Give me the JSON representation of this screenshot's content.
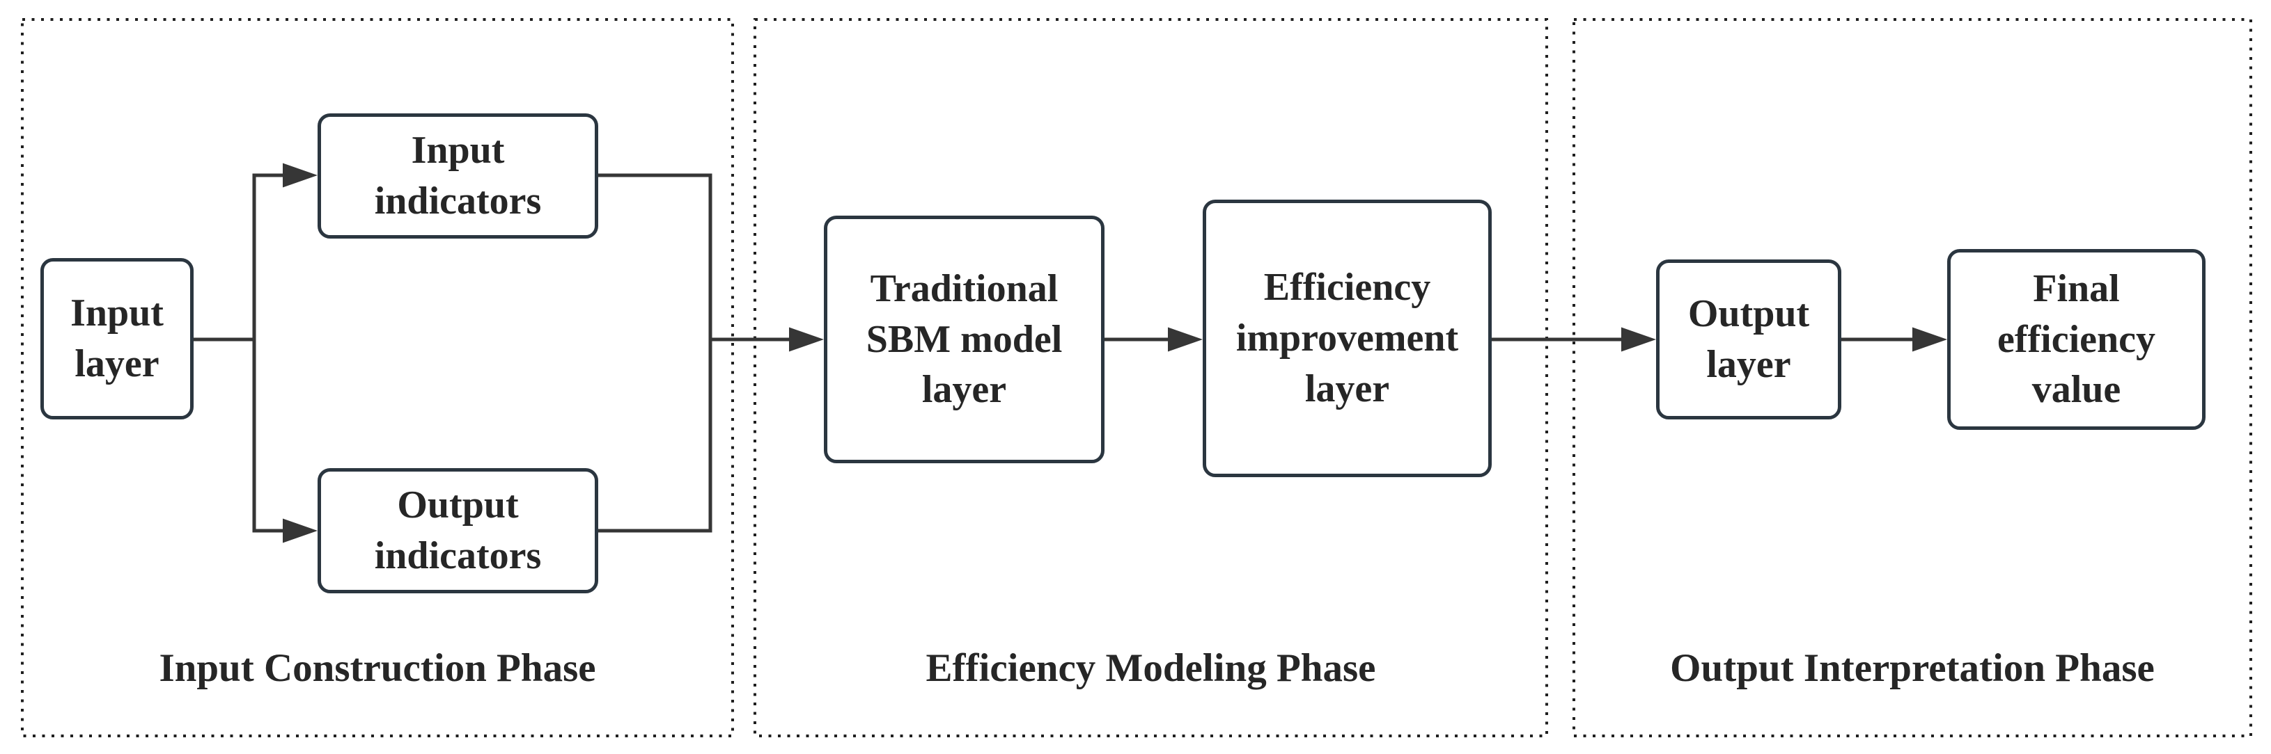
{
  "figure": {
    "type": "flowchart",
    "phases": [
      {
        "title": "Input Construction Phase",
        "nodes": {
          "input_layer": "Input\nlayer",
          "input_indicators": "Input\nindicators",
          "output_indicators": "Output\nindicators"
        }
      },
      {
        "title": "Efficiency Modeling Phase",
        "nodes": {
          "sbm_model": "Traditional\nSBM model\nlayer",
          "efficiency_improvement": "Efficiency\nimprovement\nlayer"
        }
      },
      {
        "title": "Output Interpretation Phase",
        "nodes": {
          "output_layer": "Output\nlayer",
          "final_value": "Final\nefficiency\nvalue"
        }
      }
    ],
    "edges": [
      {
        "from": "input_layer",
        "to": "input_indicators"
      },
      {
        "from": "input_layer",
        "to": "output_indicators"
      },
      {
        "from": "input_indicators",
        "to": "sbm_model"
      },
      {
        "from": "output_indicators",
        "to": "sbm_model"
      },
      {
        "from": "sbm_model",
        "to": "efficiency_improvement"
      },
      {
        "from": "efficiency_improvement",
        "to": "output_layer"
      },
      {
        "from": "output_layer",
        "to": "final_value"
      }
    ]
  },
  "colors": {
    "background": "#ffffff",
    "box_border": "#2b3640",
    "box_fill": "#ffffff",
    "line": "#363636",
    "dotted_border": "#1f1f1f",
    "text": "#262626"
  }
}
